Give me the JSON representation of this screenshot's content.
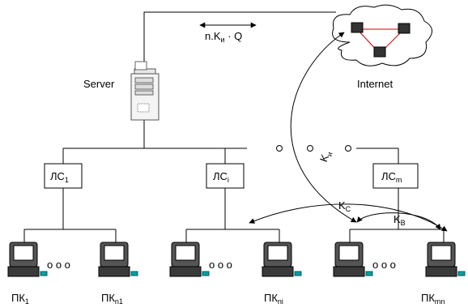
{
  "server": {
    "label": "Server"
  },
  "internet": {
    "label": "Internet"
  },
  "formula": {
    "prefix": "n.K",
    "sub": "и",
    "suffix": " · Q"
  },
  "switches": [
    {
      "main": "ЛС",
      "sub": "1"
    },
    {
      "main": "ЛС",
      "sub": "i"
    },
    {
      "main": "ЛС",
      "sub": "m"
    }
  ],
  "pcs": [
    {
      "main": "ПК",
      "sub": "1"
    },
    {
      "main": "ПК",
      "sub": "n1"
    },
    {
      "main": "ПК",
      "sub": "ni"
    },
    {
      "main": "ПК",
      "sub": "mn"
    }
  ],
  "coefficients": {
    "ki": {
      "main": "K",
      "sub": "и"
    },
    "kc": {
      "main": "K",
      "sub": "C"
    },
    "kb": {
      "main": "K",
      "sub": "B"
    }
  },
  "ellipsis": "o   o   o",
  "colors": {
    "link": "#cc0000",
    "connector": "#00a0a0"
  }
}
